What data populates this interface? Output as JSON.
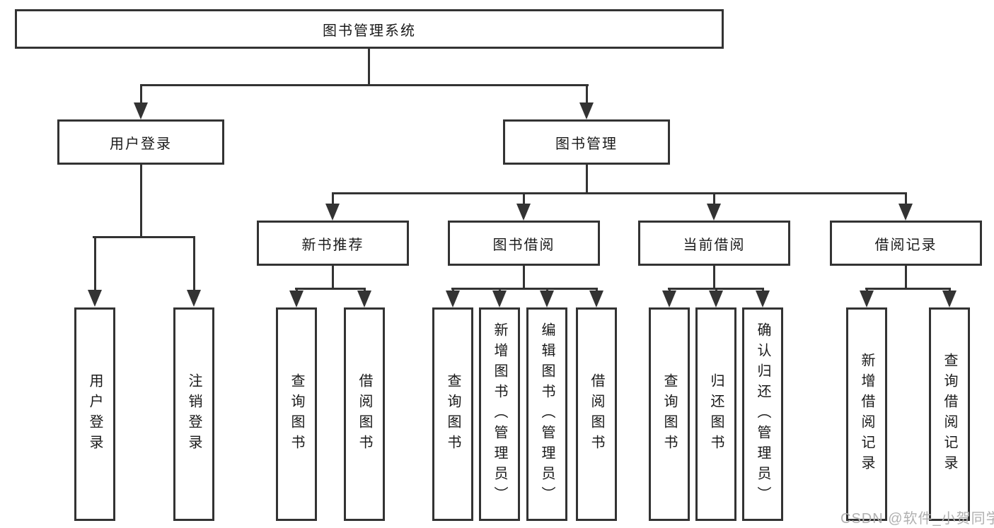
{
  "diagram": {
    "root": {
      "label": "图书管理系统"
    },
    "branches": [
      {
        "label": "用户登录",
        "children": [
          {
            "label": "用户登录"
          },
          {
            "label": "注销登录"
          }
        ]
      },
      {
        "label": "图书管理",
        "sections": [
          {
            "label": "新书推荐",
            "children": [
              {
                "label": "查询图书"
              },
              {
                "label": "借阅图书"
              }
            ]
          },
          {
            "label": "图书借阅",
            "children": [
              {
                "label": "查询图书"
              },
              {
                "label": "新增图书（管理员）"
              },
              {
                "label": "编辑图书（管理员）"
              },
              {
                "label": "借阅图书"
              }
            ]
          },
          {
            "label": "当前借阅",
            "children": [
              {
                "label": "查询图书"
              },
              {
                "label": "归还图书"
              },
              {
                "label": "确认归还（管理员）"
              }
            ]
          },
          {
            "label": "借阅记录",
            "children": [
              {
                "label": "新增借阅记录"
              },
              {
                "label": "查询借阅记录"
              }
            ]
          }
        ]
      }
    ]
  },
  "watermark": {
    "text": "CSDN @软件_小贺同学",
    "color": "#b0b0b0"
  },
  "colors": {
    "line": "#333333",
    "box_border": "#333333",
    "background": "#ffffff",
    "text": "#1a1a1a"
  }
}
